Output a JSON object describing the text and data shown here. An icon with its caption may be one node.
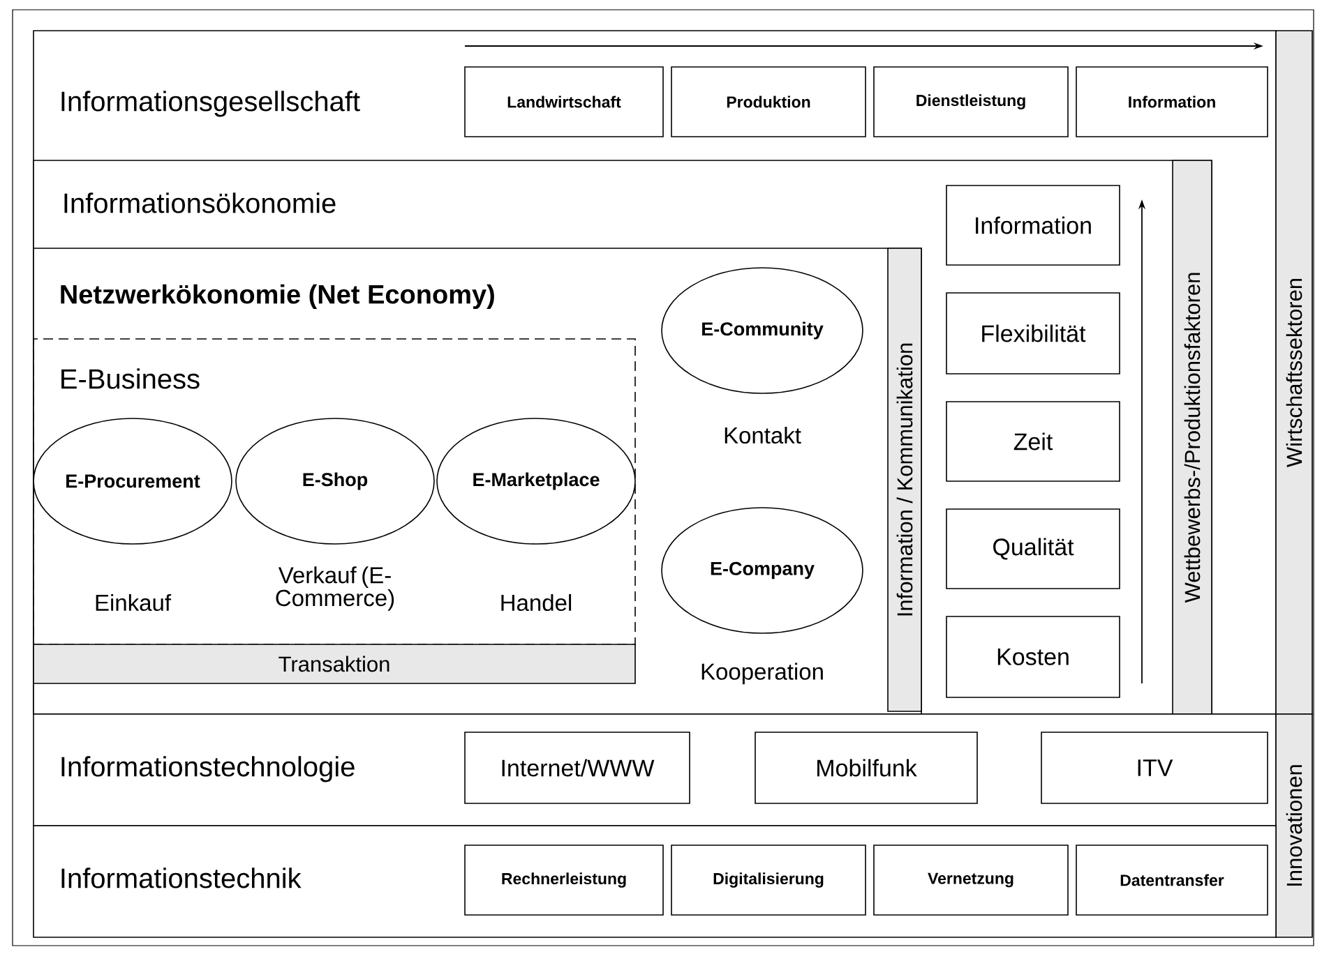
{
  "diagram": {
    "nodes": [
      {
        "text": [
          "Informationsgesellschaft"
        ]
      },
      {
        "text": [
          "Landwirtschaft"
        ],
        "in": 0
      },
      {
        "text": [
          "Produktion"
        ],
        "in": 0
      },
      {
        "text": [
          "Dienstleistung"
        ],
        "in": 0
      },
      {
        "text": [
          "Information"
        ],
        "in": 0
      },
      {
        "text": [
          "Wirtschaftssektoren"
        ]
      },
      {
        "text": [
          "Informationsökonomie"
        ],
        "in": 0
      },
      {
        "text": [
          "Wettbewerbs-/Produktionsfaktoren"
        ],
        "in": 6
      },
      {
        "text": [
          "Information"
        ],
        "in": 6
      },
      {
        "text": [
          "Flexibilität"
        ],
        "in": 6
      },
      {
        "text": [
          "Zeit"
        ],
        "in": 6
      },
      {
        "text": [
          "Qualität"
        ],
        "in": 6
      },
      {
        "text": [
          "Kosten"
        ],
        "in": 6
      },
      {
        "text": [
          "Netzwerkökonomie (Net Economy)"
        ],
        "in": 6
      },
      {
        "text": [
          "Information / Kommunikation"
        ],
        "in": 13
      },
      {
        "text": [
          "E-Business"
        ],
        "in": 13
      },
      {
        "text": [
          "E-Procurement"
        ],
        "in": 15,
        "beside": [
          "Einkauf"
        ]
      },
      {
        "text": [
          "E-Shop"
        ],
        "in": 15,
        "beside": [
          "Verkauf (E-Commerce)"
        ]
      },
      {
        "text": [
          "E-Marketplace"
        ],
        "in": 15,
        "beside": [
          "Handel"
        ]
      },
      {
        "text": [
          "Transaktion"
        ],
        "in": 13
      },
      {
        "text": [
          "E-Community"
        ],
        "in": 13,
        "beside": [
          "Kontakt"
        ]
      },
      {
        "text": [
          "E-Company"
        ],
        "in": 13,
        "beside": [
          "Kooperation"
        ]
      },
      {
        "text": [
          "Informationstechnologie"
        ]
      },
      {
        "text": [
          "Internet/WWW"
        ],
        "in": 22
      },
      {
        "text": [
          "Mobilfunk"
        ],
        "in": 22
      },
      {
        "text": [
          "ITV"
        ],
        "in": 22
      },
      {
        "text": [
          "Innovationen"
        ]
      },
      {
        "text": [
          "Informationstechnik"
        ]
      },
      {
        "text": [
          "Rechnerleistung"
        ],
        "in": 27
      },
      {
        "text": [
          "Digitalisierung"
        ],
        "in": 27
      },
      {
        "text": [
          "Vernetzung"
        ],
        "in": 27
      },
      {
        "text": [
          "Datentransfer"
        ],
        "in": 27
      }
    ]
  }
}
